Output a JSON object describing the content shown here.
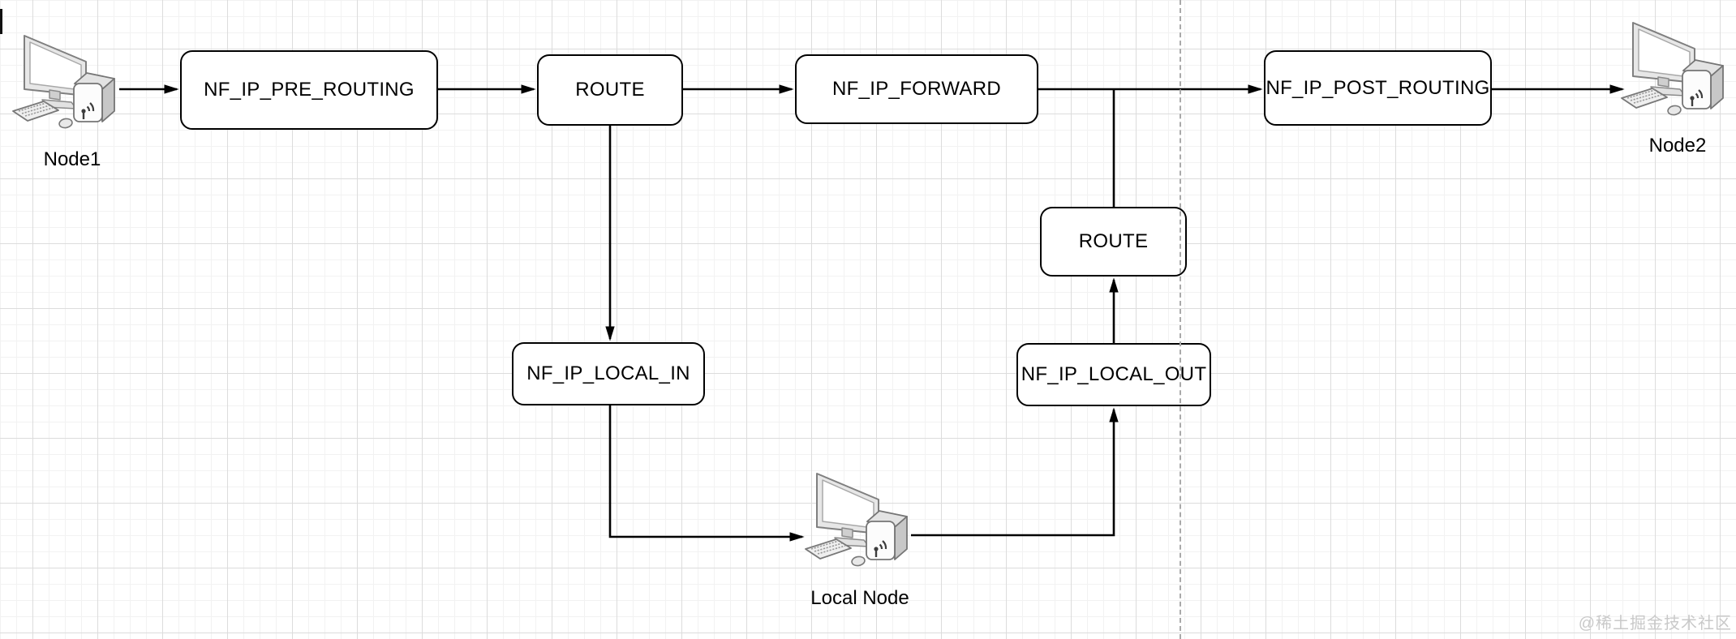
{
  "diagram": {
    "title_implicit": "netfilter packet flow",
    "boxes": {
      "pre_routing": {
        "label": "NF_IP_PRE_ROUTING"
      },
      "route_top": {
        "label": "ROUTE"
      },
      "forward": {
        "label": "NF_IP_FORWARD"
      },
      "post_routing": {
        "label": "NF_IP_POST_ROUTING"
      },
      "local_in": {
        "label": "NF_IP_LOCAL_IN"
      },
      "route_mid": {
        "label": "ROUTE"
      },
      "local_out": {
        "label": "NF_IP_LOCAL_OUT"
      }
    },
    "nodes": {
      "node1": {
        "label": "Node1",
        "icon": "workstation-icon"
      },
      "node2": {
        "label": "Node2",
        "icon": "workstation-icon"
      },
      "local_node": {
        "label": "Local Node",
        "icon": "workstation-icon"
      }
    },
    "colors": {
      "edge": "#000000",
      "box_border": "#000000",
      "box_fill": "#ffffff",
      "grid_minor": "#f2f2f2",
      "grid_major": "#dcdcdc",
      "dashed_divider": "#a9a9a9",
      "watermark": "#c9c9c9"
    }
  },
  "watermark": {
    "text": "@稀土掘金技术社区"
  }
}
